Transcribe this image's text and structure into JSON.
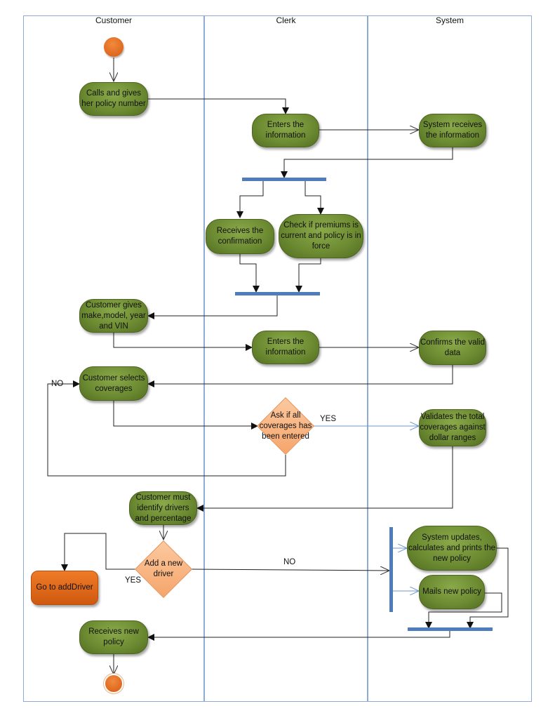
{
  "lanes": [
    {
      "title": "Customer"
    },
    {
      "title": "Clerk"
    },
    {
      "title": "System"
    }
  ],
  "nodes": {
    "calls": "Calls and gives her policy number",
    "enters1": "Enters the information",
    "sys_receives": "System receives the information",
    "receives_conf": "Receives the confirmation",
    "check_premiums": "Check if premiums is current and policy is in force",
    "cust_gives": "Customer gives make,model, year and VIN",
    "enters2": "Enters the information",
    "confirms": "Confirms the valid data",
    "selects": "Customer selects coverages",
    "ask_all": "Ask if all coverages has been entered",
    "validates": "Validates the total coverages against dollar ranges",
    "identify": "Customer must identify drivers and percentage",
    "add_driver": "Add a new driver",
    "goto_add": "Go to addDriver",
    "sys_updates": "System updates, calculates and prints the new policy",
    "mails": "Mails new policy",
    "receives_new": "Receives new policy"
  },
  "edge_labels": {
    "no_loop": "NO",
    "yes_validate": "YES",
    "no_driver": "NO",
    "yes_driver": "YES"
  },
  "colors": {
    "activity_green": "#6e8d33",
    "decision_orange": "#f5a56b",
    "start_end_orange": "#e06a1c",
    "bar_blue": "#4f7cba",
    "lane_border": "#8eaad6"
  }
}
